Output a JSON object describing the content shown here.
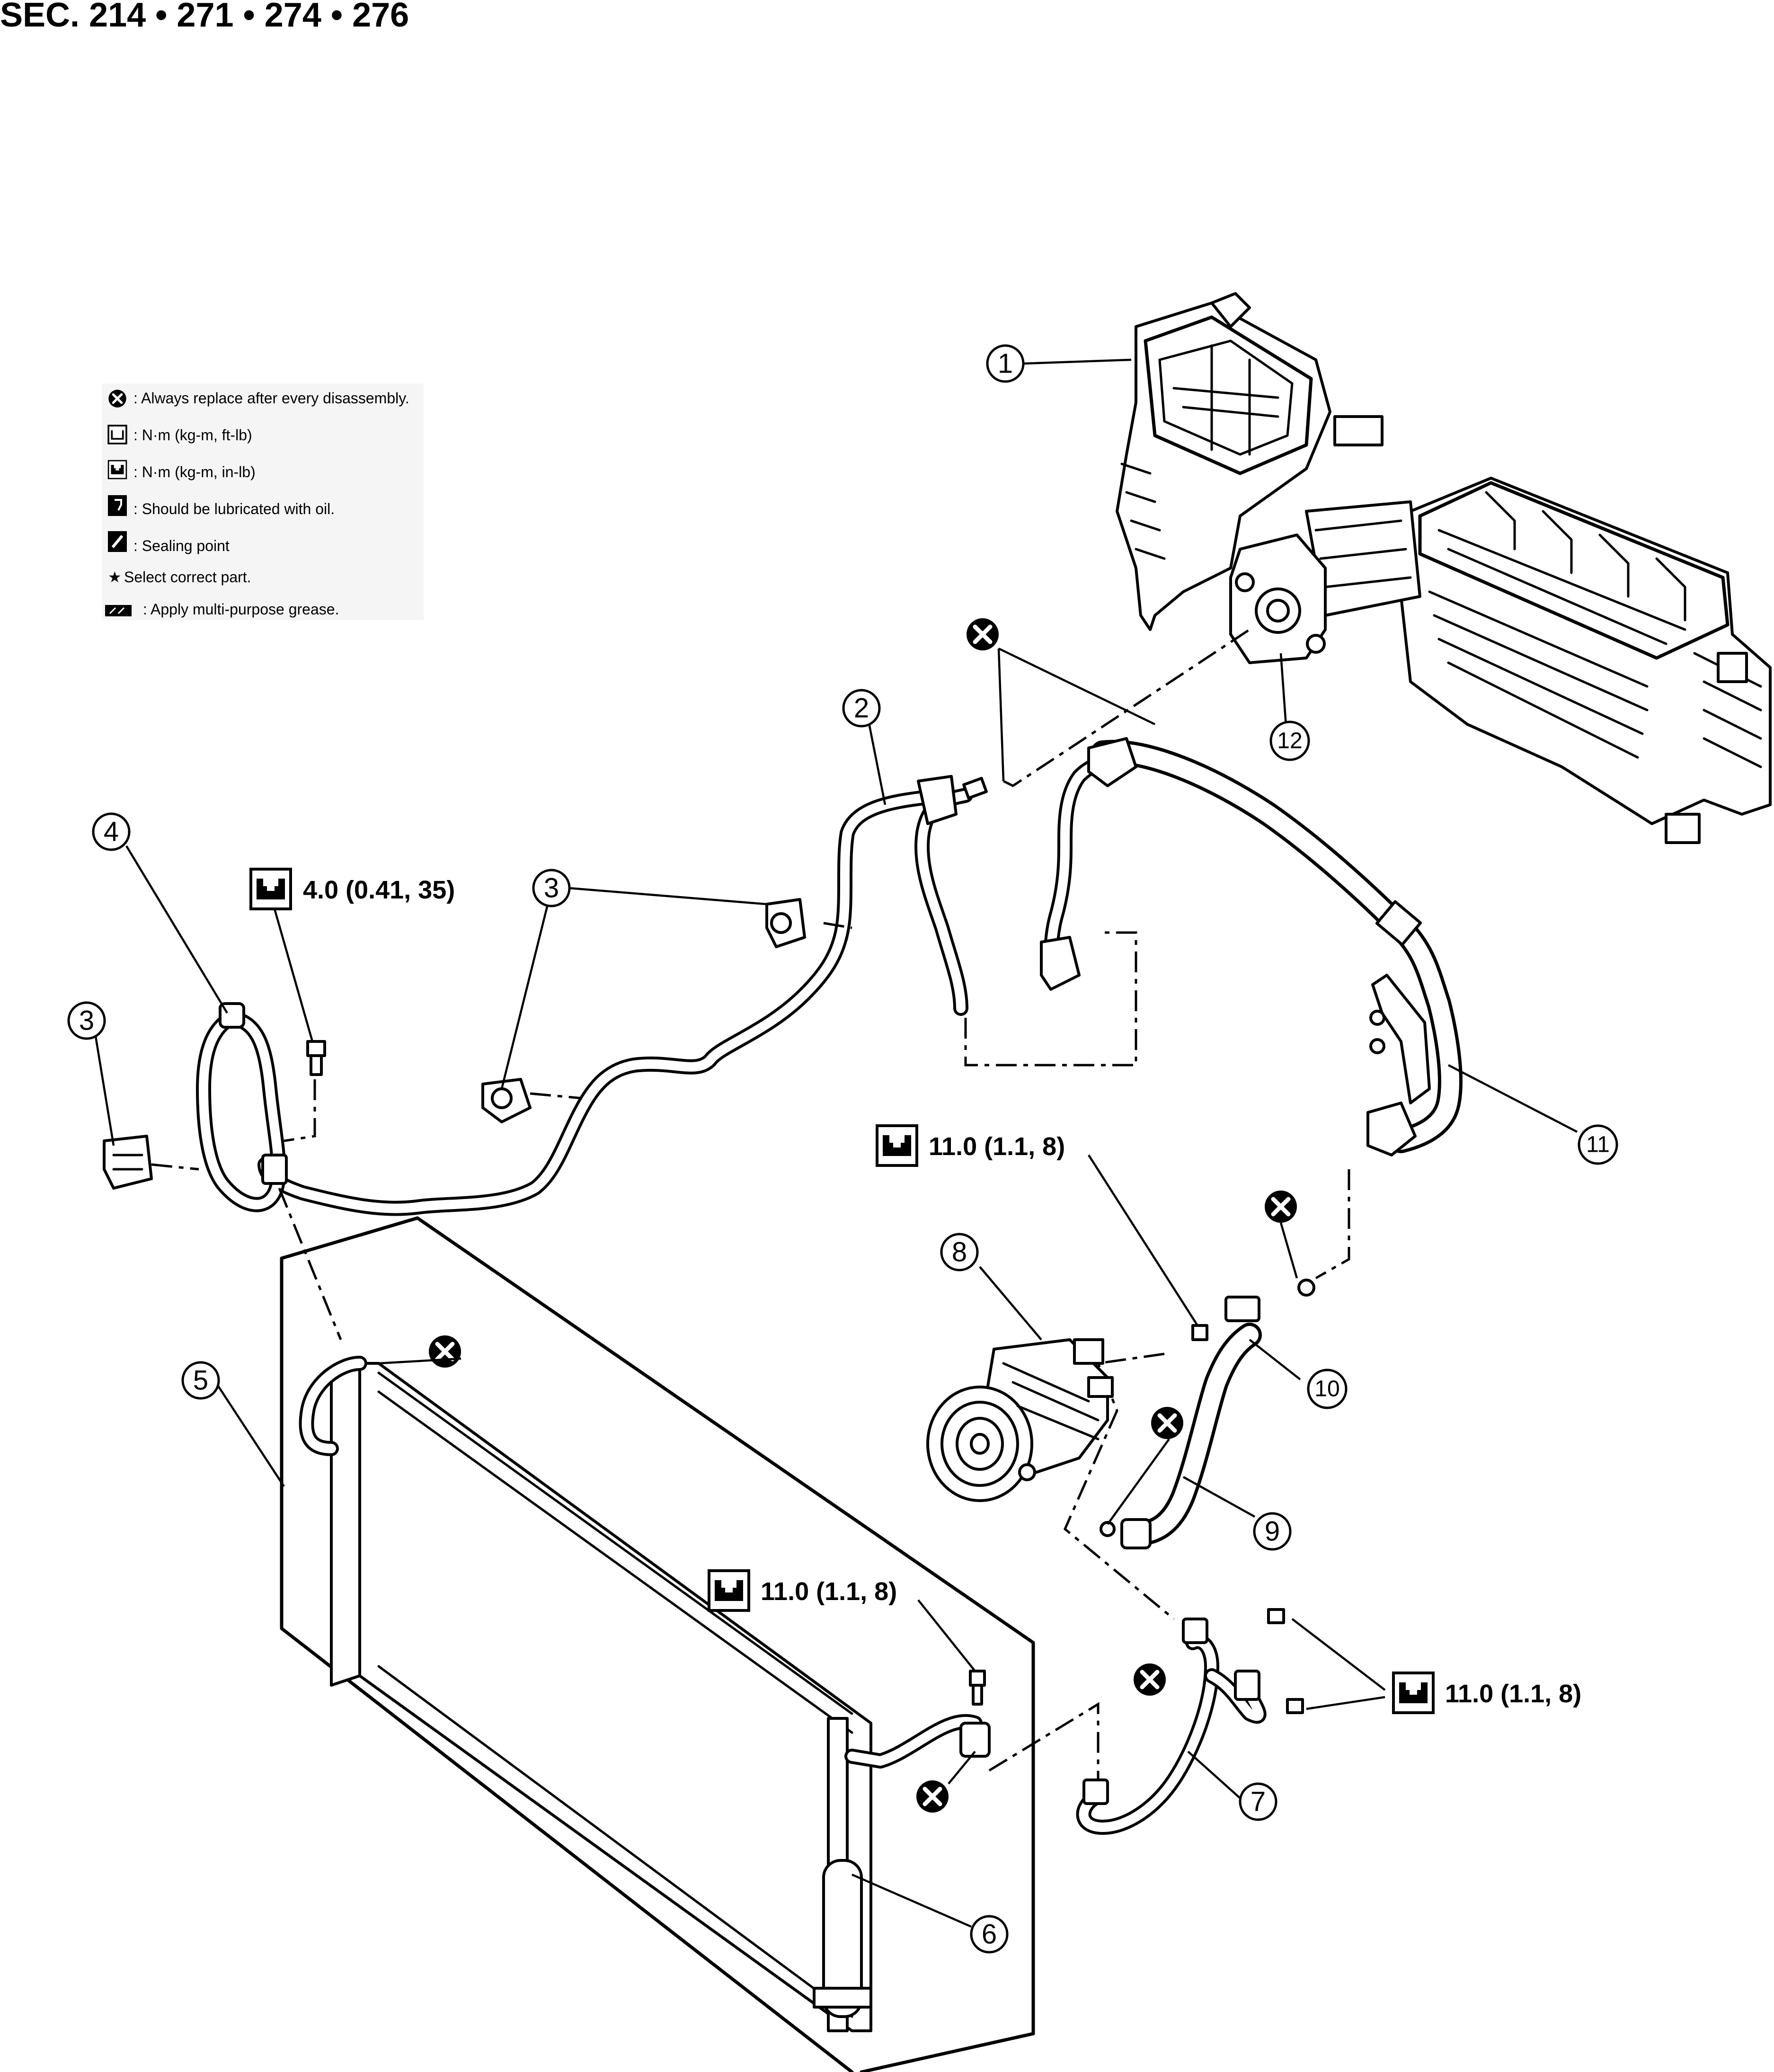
{
  "header": {
    "section": "SEC. 214 • 271 • 274 • 276"
  },
  "legend": [
    {
      "icon": "always-replace-icon",
      "text": ": Always replace after every disassembly."
    },
    {
      "icon": "torque-ft-lb-icon",
      "text": ": N·m (kg-m, ft-lb)"
    },
    {
      "icon": "torque-in-lb-icon",
      "text": ": N·m (kg-m, in-lb)"
    },
    {
      "icon": "oil-can-icon",
      "text": ": Should be lubricated with oil."
    },
    {
      "icon": "sealing-point-icon",
      "text": ": Sealing point"
    },
    {
      "icon": "star-icon",
      "text": " Select correct part."
    },
    {
      "icon": "grease-icon",
      "text": ": Apply multi-purpose grease."
    }
  ],
  "callouts": [
    "1",
    "2",
    "3",
    "3",
    "4",
    "5",
    "6",
    "7",
    "8",
    "9",
    "10",
    "11",
    "12"
  ],
  "torques": {
    "bracket_bolt": "4.0 (0.41, 35)",
    "compressor_bolt": "11.0 (1.1, 8)",
    "condenser_bolt": "11.0 (1.1, 8)",
    "low_pipe_bolts": "11.0 (1.1, 8)"
  },
  "colors": {
    "ink": "#000000",
    "paper": "#ffffff"
  }
}
